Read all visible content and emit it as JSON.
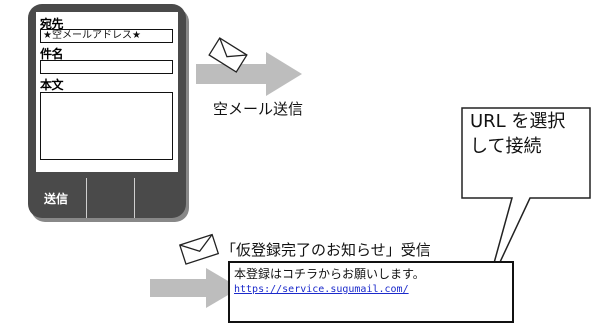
{
  "phone": {
    "field_to_label": "宛先",
    "field_to_value": "★空メールアドレス★",
    "field_subject_label": "件名",
    "field_subject_value": "",
    "field_body_label": "本文",
    "softkey_send_label": "送信"
  },
  "arrow_send": {
    "caption": "空メール送信"
  },
  "callout": {
    "line1": "URL を選択",
    "line2": "して接続"
  },
  "arrow_receive": {
    "caption": "「仮登録完了のお知らせ」受信"
  },
  "received_mail": {
    "body_line": "本登録はコチラからお願いします。",
    "link_line1": "https://service.sugumail.com/",
    "link_line2": ""
  },
  "colors": {
    "phone_body": "#4a4a4a",
    "arrow_fill": "#bdbdbd",
    "link": "#1b2acb"
  },
  "icons": [
    "envelope-icon",
    "envelope-icon"
  ]
}
